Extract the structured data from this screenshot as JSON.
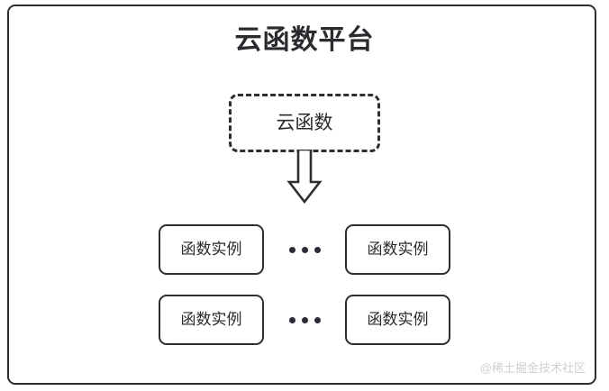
{
  "diagram": {
    "title": "云函数平台",
    "cloud_function": {
      "label": "云函数",
      "border_style": "dashed"
    },
    "arrow": {
      "icon": "down-block-arrow",
      "direction": "down"
    },
    "instance_rows": [
      {
        "left": {
          "label": "函数实例"
        },
        "separator": "•••",
        "right": {
          "label": "函数实例"
        }
      },
      {
        "left": {
          "label": "函数实例"
        },
        "separator": "•••",
        "right": {
          "label": "函数实例"
        }
      }
    ],
    "watermark": "@稀土掘金技术社区",
    "colors": {
      "stroke": "#2f2f33",
      "text": "#2b2b2f",
      "background": "#ffffff",
      "watermark": "#cfcfd2"
    }
  }
}
